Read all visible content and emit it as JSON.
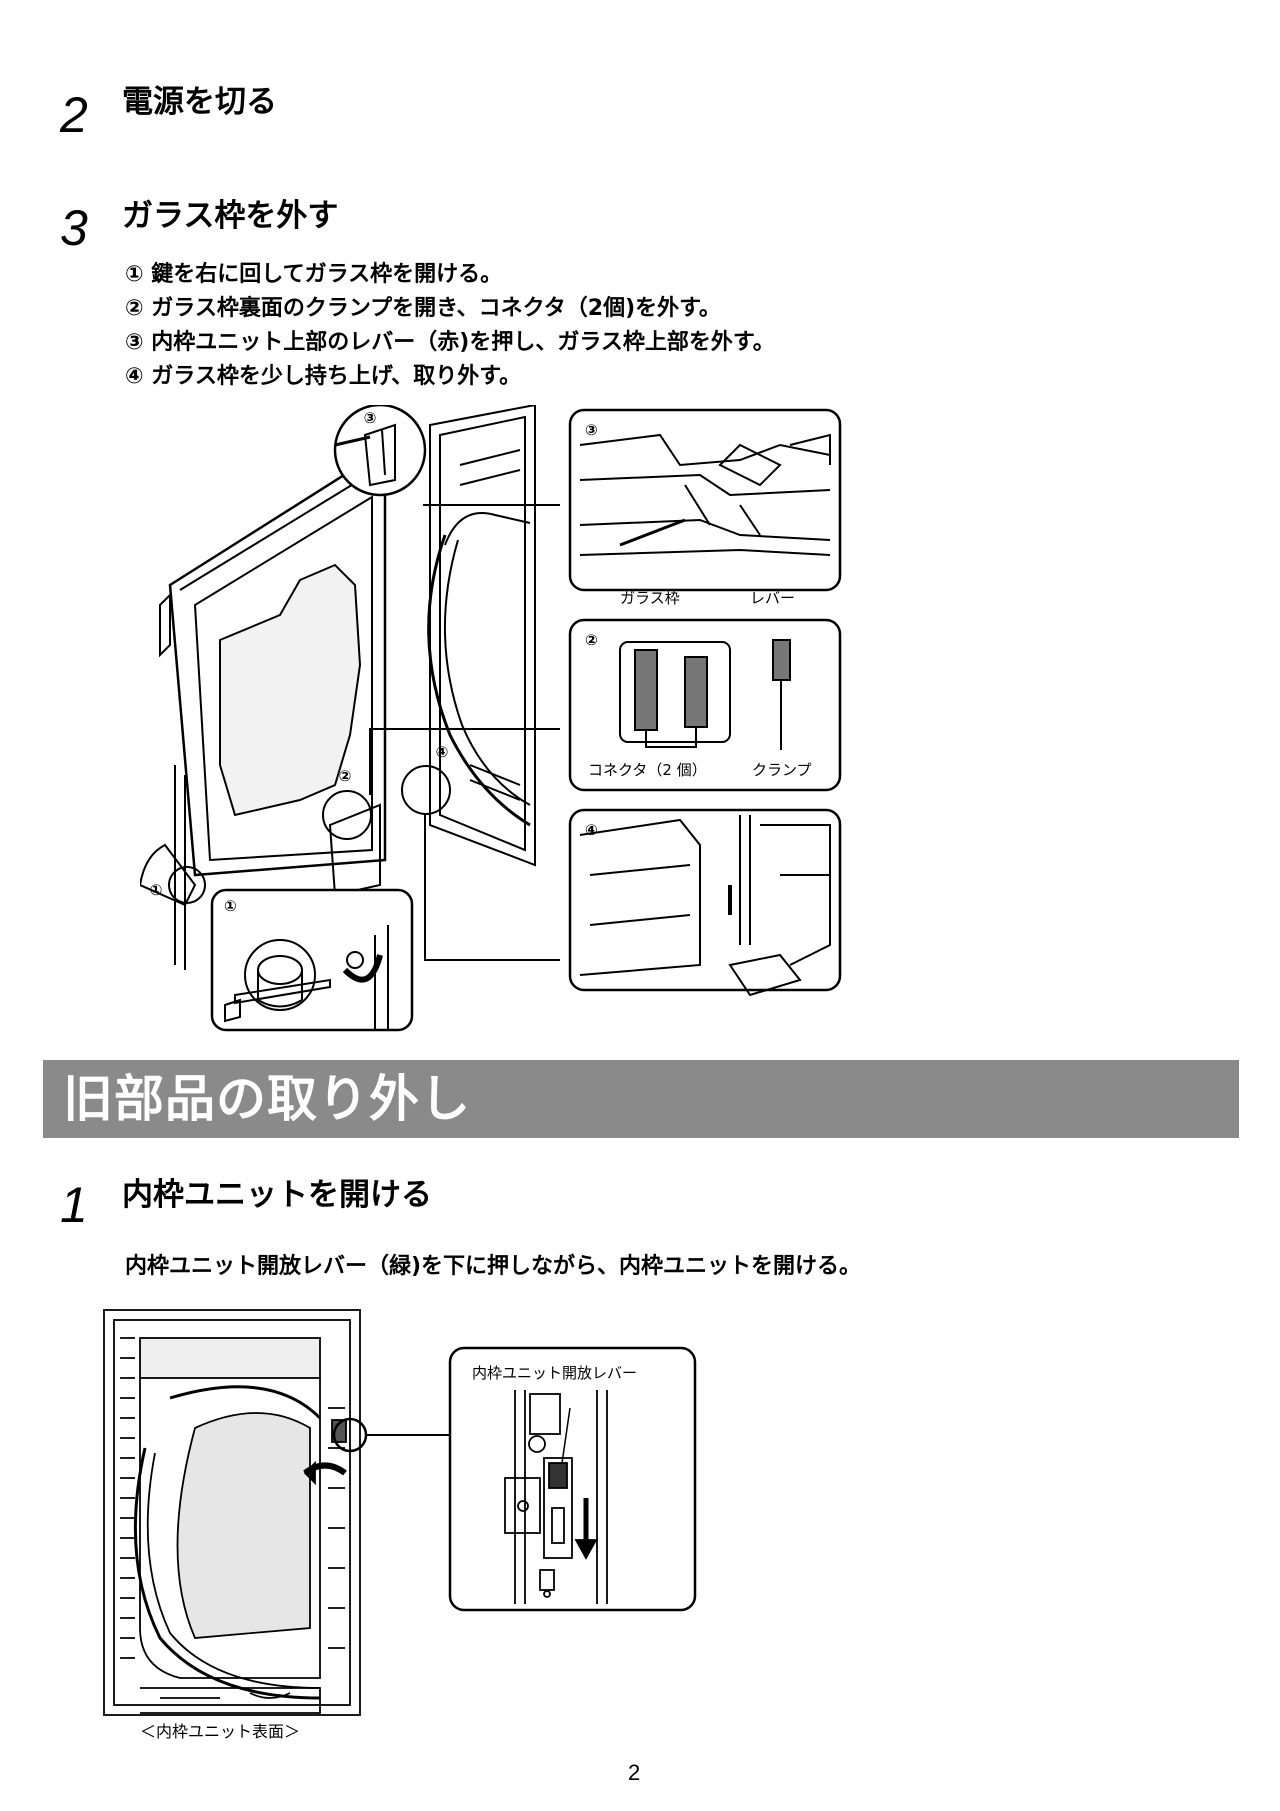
{
  "steps_top": [
    {
      "number": "2",
      "title": "電源を切る"
    },
    {
      "number": "3",
      "title": "ガラス枠を外す"
    }
  ],
  "step3_instructions": [
    "① 鍵を右に回してガラス枠を開ける。",
    "② ガラス枠裏面のクランプを開き、コネクタ（2個)を外す。",
    "③ 内枠ユニット上部のレバー（赤)を押し、ガラス枠上部を外す。",
    "④ ガラス枠を少し持ち上げ、取り外す。"
  ],
  "figure1": {
    "markers": [
      "③",
      "②",
      "④",
      "①"
    ],
    "detail3": {
      "marker": "③",
      "label_glass": "ガラス枠",
      "label_lever": "レバー"
    },
    "detail2": {
      "marker": "②",
      "label_connector": "コネクタ（2 個）",
      "label_clamp": "クランプ"
    },
    "detail4": {
      "marker": "④"
    },
    "detail1": {
      "marker": "①"
    }
  },
  "section": {
    "title": "旧部品の取り外し"
  },
  "step_bottom": {
    "number": "1",
    "title": "内枠ユニットを開ける"
  },
  "step_bottom_instruction": "内枠ユニット開放レバー（緑)を下に押しながら、内枠ユニットを開ける。",
  "figure2": {
    "detail_label": "内枠ユニット開放レバー",
    "caption": "＜内枠ユニット表面＞"
  },
  "page_number": "2"
}
